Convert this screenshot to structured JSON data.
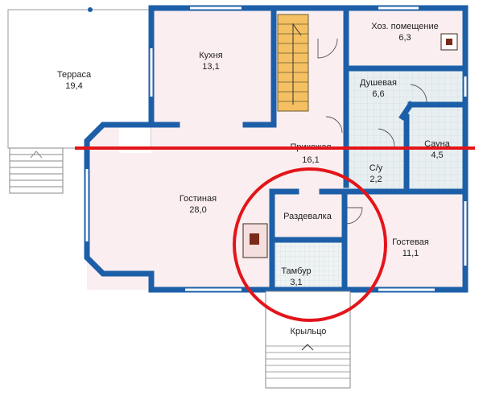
{
  "rooms": [
    {
      "name": "Терраса",
      "area": "19,4"
    },
    {
      "name": "Кухня",
      "area": "13,1"
    },
    {
      "name": "Хоз. помещение",
      "area": "6,3"
    },
    {
      "name": "Душевая",
      "area": "6,6"
    },
    {
      "name": "Сауна",
      "area": "4,5"
    },
    {
      "name": "Прихожая",
      "area": "16,1"
    },
    {
      "name": "С/у",
      "area": "2,2"
    },
    {
      "name": "Гостиная",
      "area": "28,0"
    },
    {
      "name": "Раздевалка",
      "area": ""
    },
    {
      "name": "Гостевая",
      "area": "11,1"
    },
    {
      "name": "Тамбур",
      "area": "3,1"
    },
    {
      "name": "Крыльцо",
      "area": ""
    }
  ],
  "colors": {
    "wall": "#1c5fa8",
    "room_fill": "#fbeef0",
    "terrace_fill": "#ffffff",
    "tile_fill": "#e6eef0",
    "stairs_fill": "#f4c063",
    "annotation": "#e3151a"
  }
}
